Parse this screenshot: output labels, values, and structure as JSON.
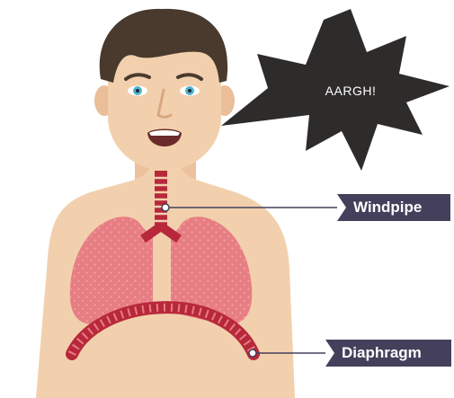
{
  "exclamation": "AARGH!",
  "labels": {
    "windpipe": "Windpipe",
    "diaphragm": "Diaphragm"
  },
  "colors": {
    "skin": "#f2d0ad",
    "skin_shade": "#e6b995",
    "hair": "#4a3a2e",
    "lung": "#e77e84",
    "windpipe": "#b8283b",
    "diaphragm": "#b8283b",
    "label_bg": "#44405b",
    "burst": "#2e2b2b"
  }
}
